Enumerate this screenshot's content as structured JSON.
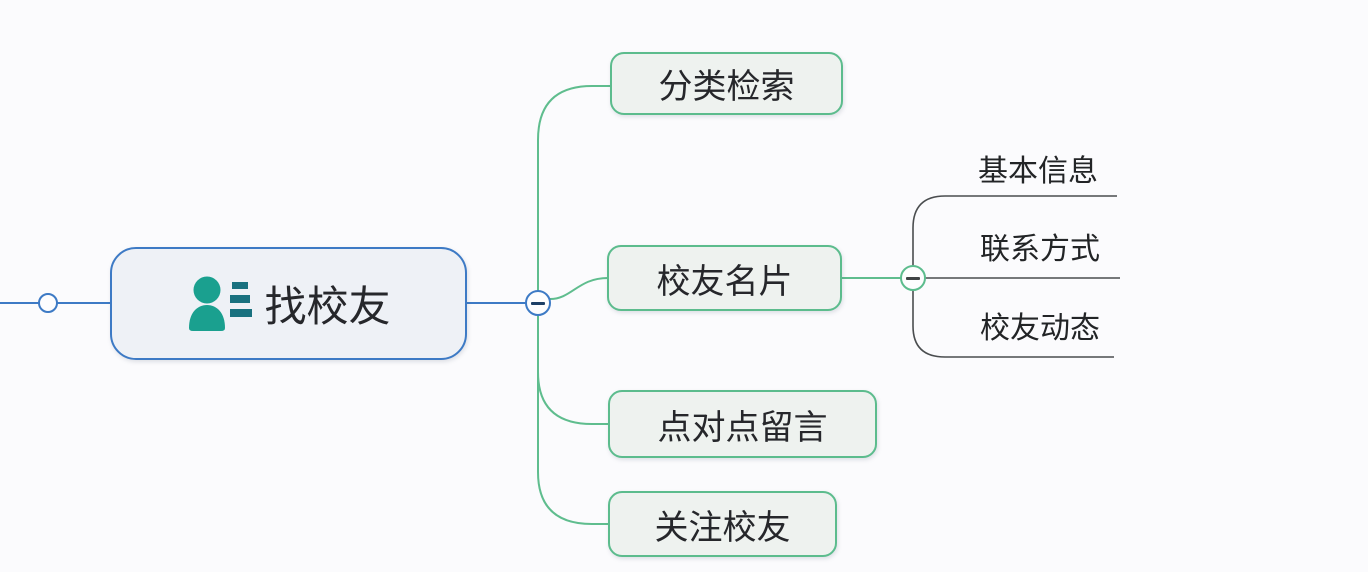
{
  "colors": {
    "background": "#fbfbfd",
    "root_border": "#3d7ac5",
    "root_fill": "#eef1f6",
    "branch_green": "#5fbd8e",
    "node_green_border": "#5cbc8d",
    "node_green_fill": "#eef2ef",
    "line_blue": "#3d7ac5",
    "line_dark": "#4a4d4f",
    "text": "#26272b",
    "icon_teal": "#1aa08f",
    "icon_dark_teal": "#19717f",
    "minus_blue": "#1d3f66",
    "minus_dark": "#3f4345"
  },
  "mindmap": {
    "root": {
      "label": "找校友",
      "icon": "person-contact-icon"
    },
    "children": [
      {
        "label": "分类检索"
      },
      {
        "label": "校友名片"
      },
      {
        "label": "点对点留言"
      },
      {
        "label": "关注校友"
      }
    ],
    "grandchildren": [
      {
        "label": "基本信息"
      },
      {
        "label": "联系方式"
      },
      {
        "label": "校友动态"
      }
    ],
    "collapse_buttons": [
      {
        "icon": "minus-icon",
        "state": "expanded"
      },
      {
        "icon": "minus-icon",
        "state": "expanded"
      }
    ]
  }
}
